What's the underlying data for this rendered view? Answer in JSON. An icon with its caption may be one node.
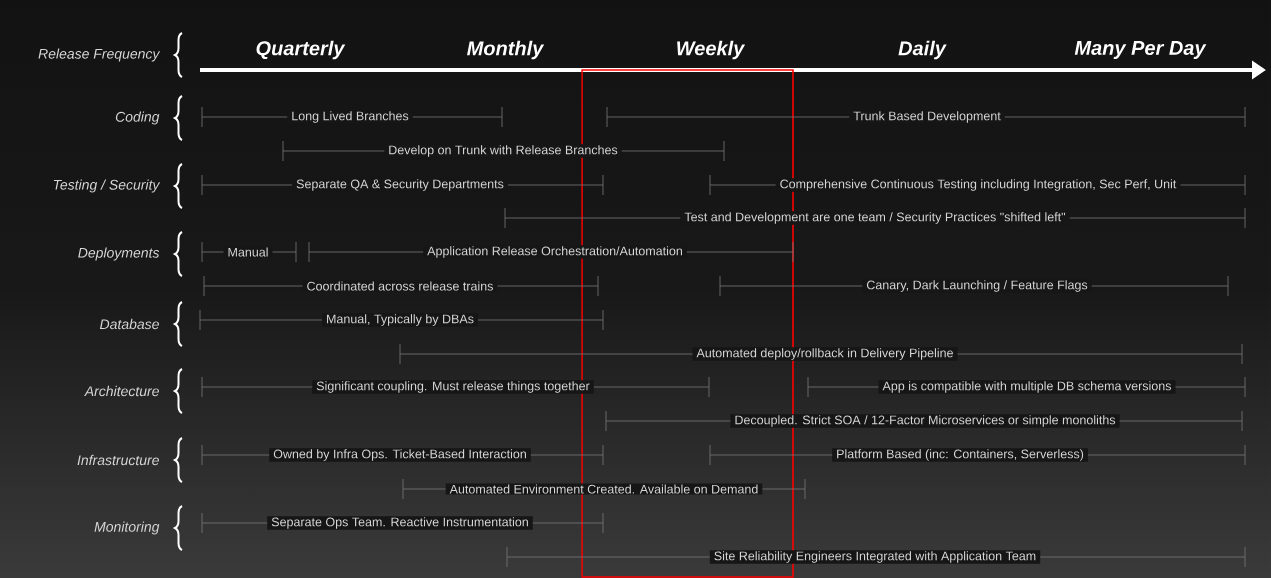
{
  "diagram": {
    "labels": [
      "Release Frequency",
      "Quarterly",
      "Monthly",
      "Weekly",
      "Daily",
      "Many Per Day",
      "Coding",
      "Long Lived Branches",
      "Trunk Based Development",
      "Develop on Trunk with Release Branches",
      "Testing / Security",
      "Separate QA & Security Departments",
      "Comprehensive Continuous Testing including Integration, Sec Perf, Unit",
      "Test and Development are one team / Security Practices \"shifted left\"",
      "Deployments",
      "Manual",
      "Application Release Orchestration/Automation",
      "Coordinated across release trains",
      "Canary, Dark Launching / Feature Flags",
      "Database",
      "Manual, Typically by DBAs",
      "Automated deploy/rollback in Delivery Pipeline",
      "Architecture",
      "Significant coupling. Must release things together",
      "App is compatible with multiple DB schema versions",
      "Decoupled. Strict SOA / 12-Factor Microservices or simple monoliths",
      "Infrastructure",
      "Owned by Infra Ops. Ticket-Based Interaction",
      "Platform Based (inc: Containers, Serverless)",
      "Automated Environment Created. Available on Demand",
      "Monitoring",
      "Separate Ops Team. Reactive Instrumentation",
      "Site Reliability Engineers Integrated with Application Team"
    ]
  }
}
